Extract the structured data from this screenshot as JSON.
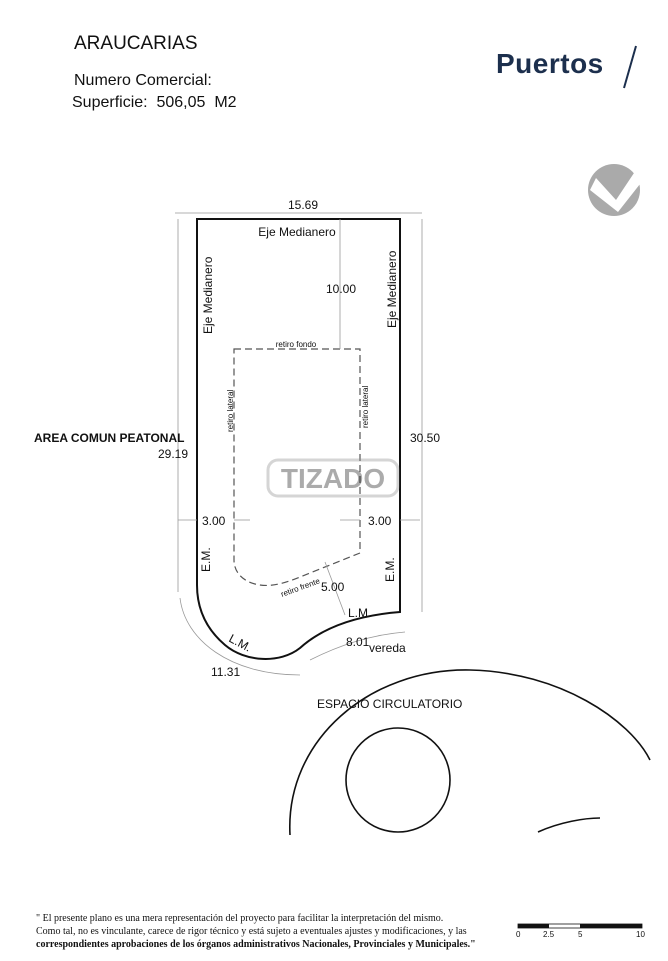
{
  "header": {
    "title": "ARAUCARIAS",
    "numero_comercial": "Numero Comercial:",
    "superficie_label": "Superficie:",
    "superficie_value": "506,05",
    "superficie_unit": "M2",
    "brand": "Puertos"
  },
  "plan": {
    "top_width": "15.69",
    "eje_top": "Eje Medianero",
    "eje_left": "Eje Medianero",
    "eje_right": "Eje Medianero",
    "fondo_depth": "10.00",
    "retiro_fondo": "retiro fondo",
    "retiro_lateral_left": "retiro lateral",
    "retiro_lateral_right": "retiro lateral",
    "area_comun": "AREA COMUN PEATONAL",
    "left_length": "29.19",
    "right_length": "30.50",
    "lateral_left": "3.00",
    "lateral_right": "3.00",
    "em_left": "E.M.",
    "em_right": "E.M.",
    "retiro_frente": "retiro frente",
    "frente_depth": "5.00",
    "lm_right": "L.M.",
    "lm_left": "L.M.",
    "arc_right": "8.01",
    "arc_left": "11.31",
    "vereda": "vereda",
    "espacio": "ESPACIO CIRCULATORIO",
    "watermark": "TIZADO"
  },
  "footer": {
    "disclaimer_1": "\" El presente plano es una mera representación del proyecto para facilitar la interpretación del mismo.",
    "disclaimer_2": "Como tal, no es vinculante, carece de rigor técnico y está sujeto a eventuales ajustes y modificaciones, y las",
    "disclaimer_3": "correspondientes aprobaciones de los órganos administrativos Nacionales, Provinciales y Municipales.\"",
    "scale_ticks": [
      "0",
      "2.5",
      "5",
      "10"
    ]
  }
}
